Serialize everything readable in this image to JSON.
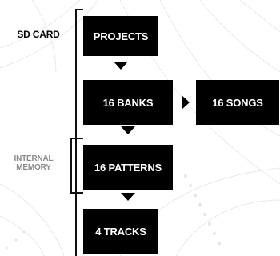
{
  "diagram": {
    "sd_card_label": "SD CARD",
    "internal_memory_line1": "INTERNAL",
    "internal_memory_line2": "MEMORY",
    "nodes": {
      "projects": "PROJECTS",
      "banks": "16 BANKS",
      "songs": "16 SONGS",
      "patterns": "16 PATTERNS",
      "tracks": "4 TRACKS"
    },
    "colors": {
      "box": "#000000",
      "box_text": "#ffffff",
      "sd_label": "#000000",
      "internal_label": "#8a8a8a",
      "background_lines": "#e6e6e6"
    }
  }
}
